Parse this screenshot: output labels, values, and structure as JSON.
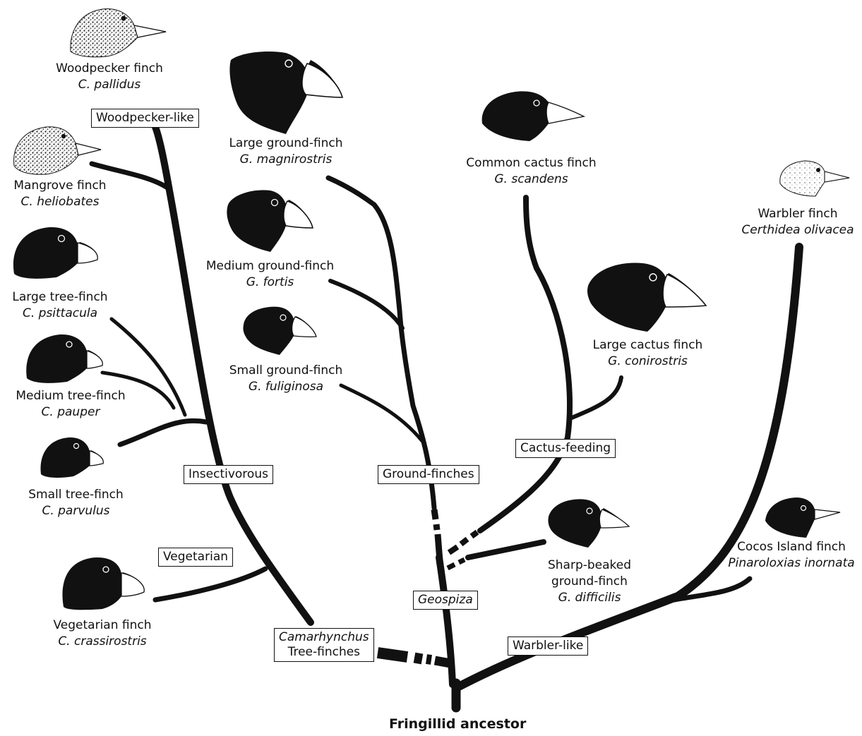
{
  "root": {
    "label": "Fringillid ancestor"
  },
  "groups": {
    "woodpecker_like": "Woodpecker-like",
    "insectivorous": "Insectivorous",
    "vegetarian": "Vegetarian",
    "camarhynchus_genus": "Camarhynchus",
    "camarhynchus_common": "Tree-finches",
    "ground_finches": "Ground-finches",
    "geospiza": "Geospiza",
    "cactus_feeding": "Cactus-feeding",
    "warbler_like": "Warbler-like"
  },
  "species": [
    {
      "key": "woodpecker",
      "common": "Woodpecker finch",
      "latin": "C. pallidus",
      "head": "speckled"
    },
    {
      "key": "mangrove",
      "common": "Mangrove finch",
      "latin": "C. heliobates",
      "head": "speckled"
    },
    {
      "key": "large-tree",
      "common": "Large tree-finch",
      "latin": "C. psittacula",
      "head": "dark"
    },
    {
      "key": "medium-tree",
      "common": "Medium tree-finch",
      "latin": "C. pauper",
      "head": "dark"
    },
    {
      "key": "small-tree",
      "common": "Small tree-finch",
      "latin": "C. parvulus",
      "head": "dark"
    },
    {
      "key": "vegetarian",
      "common": "Vegetarian finch",
      "latin": "C. crassirostris",
      "head": "dark"
    },
    {
      "key": "large-ground",
      "common": "Large ground-finch",
      "latin": "G. magnirostris",
      "head": "dark"
    },
    {
      "key": "medium-ground",
      "common": "Medium ground-finch",
      "latin": "G. fortis",
      "head": "dark"
    },
    {
      "key": "small-ground",
      "common": "Small ground-finch",
      "latin": "G. fuliginosa",
      "head": "dark"
    },
    {
      "key": "common-cactus",
      "common": "Common cactus finch",
      "latin": "G. scandens",
      "head": "dark"
    },
    {
      "key": "large-cactus",
      "common": "Large cactus finch",
      "latin": "G. conirostris",
      "head": "dark"
    },
    {
      "key": "sharp-beaked",
      "common": "Sharp-beaked ground-finch",
      "common_lines": [
        "Sharp-beaked",
        "ground-finch"
      ],
      "latin": "G. difficilis",
      "head": "dark"
    },
    {
      "key": "warbler",
      "common": "Warbler finch",
      "latin": "Certhidea olivacea",
      "head": "pale"
    },
    {
      "key": "cocos",
      "common": "Cocos Island finch",
      "latin": "Pinaroloxias inornata",
      "head": "dark"
    }
  ],
  "colors": {
    "ink": "#111111",
    "paper": "#ffffff"
  }
}
